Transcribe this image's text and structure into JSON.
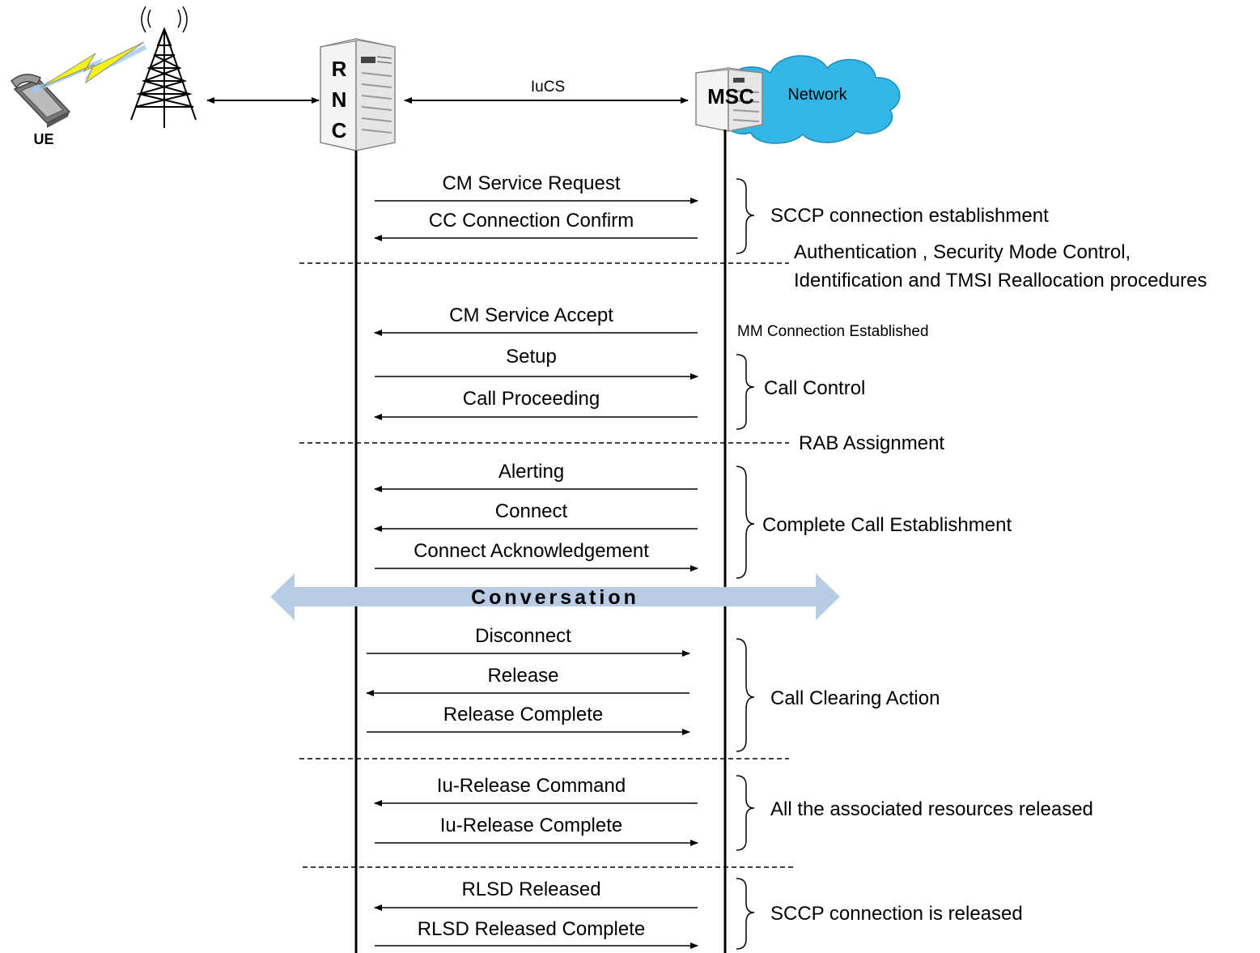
{
  "entities": {
    "ue_label": "UE",
    "rnc_letters": [
      "R",
      "N",
      "C"
    ],
    "msc_label": "MSC",
    "network_label": "Network",
    "iucs_label": "IuCS"
  },
  "messages": [
    {
      "label": "CM Service Request",
      "direction": "to-msc"
    },
    {
      "label": "CC Connection Confirm",
      "direction": "to-rnc"
    },
    {
      "label": "CM  Service Accept",
      "direction": "to-rnc"
    },
    {
      "label": "Setup",
      "direction": "to-msc"
    },
    {
      "label": "Call Proceeding",
      "direction": "to-rnc"
    },
    {
      "label": "Alerting",
      "direction": "to-rnc"
    },
    {
      "label": "Connect",
      "direction": "to-rnc"
    },
    {
      "label": "Connect Acknowledgement",
      "direction": "to-msc"
    },
    {
      "label": "Disconnect",
      "direction": "to-msc"
    },
    {
      "label": "Release",
      "direction": "to-rnc"
    },
    {
      "label": "Release Complete",
      "direction": "to-msc"
    },
    {
      "label": "Iu-Release Command",
      "direction": "to-rnc"
    },
    {
      "label": "Iu-Release Complete",
      "direction": "to-msc"
    },
    {
      "label": "RLSD Released",
      "direction": "to-rnc"
    },
    {
      "label": "RLSD Released Complete",
      "direction": "to-msc"
    }
  ],
  "phases": [
    {
      "label": "SCCP connection establishment"
    },
    {
      "label": "Call Control"
    },
    {
      "label": "Complete Call Establishment"
    },
    {
      "label": "Call Clearing Action"
    },
    {
      "label": "All the associated resources released"
    },
    {
      "label": "SCCP connection is released"
    }
  ],
  "notes": {
    "auth_line1": "Authentication , Security Mode Control,",
    "auth_line2": "Identification and TMSI Reallocation procedures",
    "mm_connection": "MM Connection  Established",
    "rab_assignment": "RAB Assignment"
  },
  "conversation": "Conversation",
  "colors": {
    "cloud": "#33b6e5",
    "conversation_arrow": "#b8cce4",
    "lightning": "#f2f21a",
    "beam": "#9ec9f0"
  }
}
